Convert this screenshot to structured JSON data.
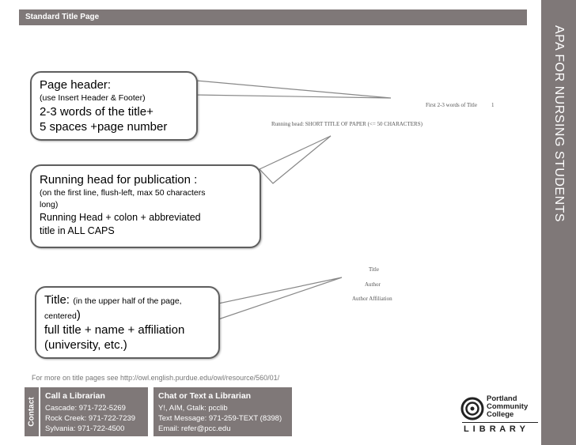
{
  "header": {
    "title": "Standard Title Page"
  },
  "side_title": "APA FOR NURSING STUDENTS",
  "callouts": {
    "page_header": {
      "title": "Page header:",
      "note": "(use Insert Header & Footer)",
      "line1": "2-3 words of the title+",
      "line2": "5 spaces +page number"
    },
    "running_head": {
      "title": "Running head for publication :",
      "note": "(on the first line, flush-left, max 50 characters long)",
      "line1": "Running Head + colon + abbreviated",
      "line2": "title in ALL CAPS"
    },
    "title": {
      "title": "Title:",
      "note1": "(in the upper half of the page,",
      "note2": "centered",
      "paren": ")",
      "line1": "full title + name + affiliation",
      "line2": "(university, etc.)"
    }
  },
  "sample_doc": {
    "header_text": "First 2-3 words of Title",
    "page_number": "1",
    "running_head": "Running head: SHORT TITLE OF PAPER (<= 50 CHARACTERS)",
    "title": "Title",
    "author": "Author",
    "affiliation": "Author Affiliation"
  },
  "footnote": "For more on title pages see http://owl.english.purdue.edu/owl/resource/560/01/",
  "contact": {
    "tab_label": "Contact",
    "call": {
      "heading": "Call a Librarian",
      "lines": [
        "Cascade: 971-722-5269",
        "Rock Creek:  971-722-7239",
        "Sylvania:  971-722-4500"
      ]
    },
    "chat": {
      "heading": "Chat or Text a Librarian",
      "lines": [
        "Y!, AIM, Gtalk:  pcclib",
        "Text Message:  971-259-TEXT (8398)",
        "Email:  refer@pcc.edu"
      ]
    }
  },
  "logo": {
    "line1": "Portland",
    "line2": "Community",
    "line3": "College",
    "library": "L I B R A R Y"
  }
}
